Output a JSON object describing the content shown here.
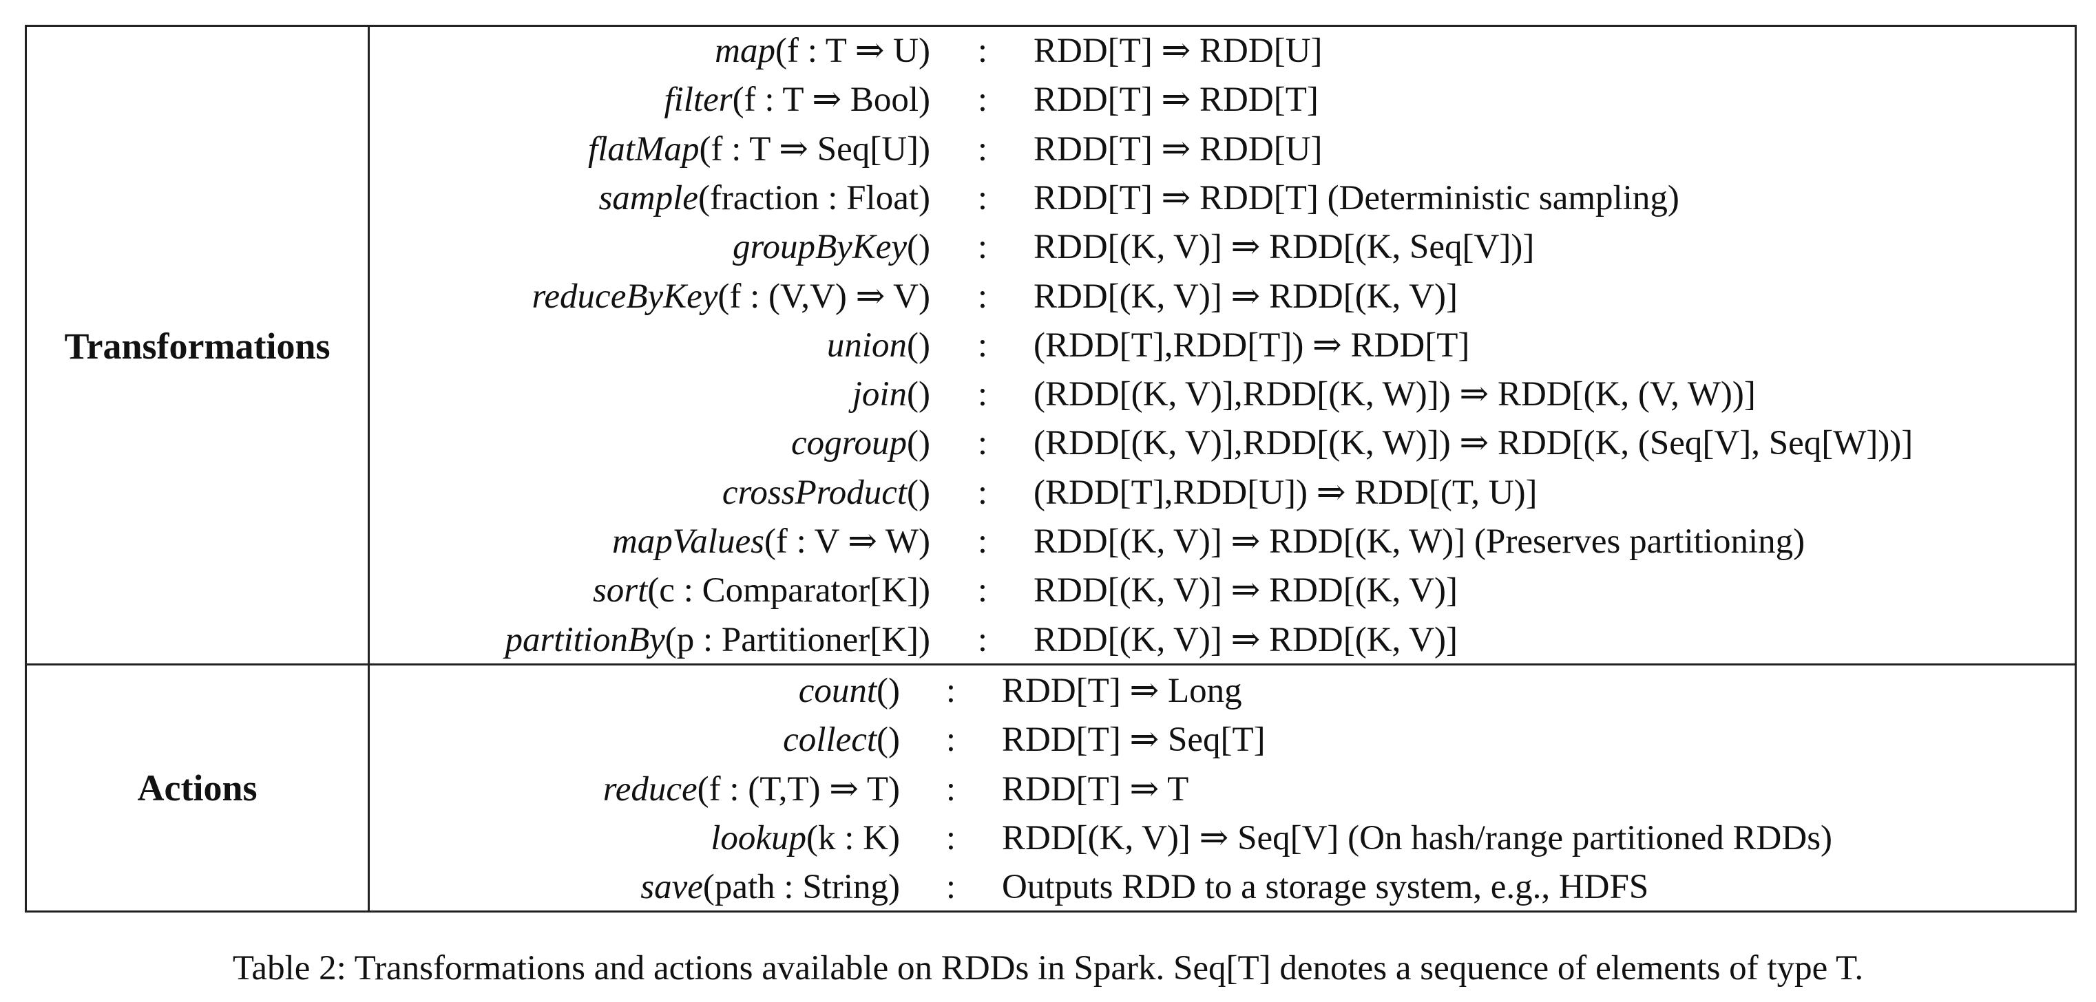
{
  "table": {
    "transformations": {
      "label": "Transformations",
      "rows": [
        {
          "name": "map",
          "args": "(f : T ⇒ U)",
          "signature": "RDD[T] ⇒ RDD[U]"
        },
        {
          "name": "filter",
          "args": "(f : T ⇒ Bool)",
          "signature": "RDD[T] ⇒ RDD[T]"
        },
        {
          "name": "flatMap",
          "args": "(f : T ⇒ Seq[U])",
          "signature": "RDD[T] ⇒ RDD[U]"
        },
        {
          "name": "sample",
          "args": "(fraction : Float)",
          "signature": "RDD[T] ⇒ RDD[T]  (Deterministic sampling)"
        },
        {
          "name": "groupByKey",
          "args": "()",
          "signature": "RDD[(K, V)] ⇒ RDD[(K, Seq[V])]"
        },
        {
          "name": "reduceByKey",
          "args": "(f : (V,V) ⇒ V)",
          "signature": "RDD[(K, V)] ⇒ RDD[(K, V)]"
        },
        {
          "name": "union",
          "args": "()",
          "signature": "(RDD[T],RDD[T]) ⇒ RDD[T]"
        },
        {
          "name": "join",
          "args": "()",
          "signature": "(RDD[(K, V)],RDD[(K, W)]) ⇒ RDD[(K, (V, W))]"
        },
        {
          "name": "cogroup",
          "args": "()",
          "signature": "(RDD[(K, V)],RDD[(K, W)]) ⇒ RDD[(K, (Seq[V], Seq[W]))]"
        },
        {
          "name": "crossProduct",
          "args": "()",
          "signature": "(RDD[T],RDD[U]) ⇒ RDD[(T, U)]"
        },
        {
          "name": "mapValues",
          "args": "(f : V ⇒ W)",
          "signature": "RDD[(K, V)] ⇒ RDD[(K, W)]  (Preserves partitioning)"
        },
        {
          "name": "sort",
          "args": "(c : Comparator[K])",
          "signature": "RDD[(K, V)] ⇒ RDD[(K, V)]"
        },
        {
          "name": "partitionBy",
          "args": "(p : Partitioner[K])",
          "signature": "RDD[(K, V)] ⇒ RDD[(K, V)]"
        }
      ]
    },
    "actions": {
      "label": "Actions",
      "rows": [
        {
          "name": "count",
          "args": "()",
          "signature": "RDD[T] ⇒ Long"
        },
        {
          "name": "collect",
          "args": "()",
          "signature": "RDD[T] ⇒ Seq[T]"
        },
        {
          "name": "reduce",
          "args": "(f : (T,T) ⇒ T)",
          "signature": "RDD[T] ⇒ T"
        },
        {
          "name": "lookup",
          "args": "(k : K)",
          "signature": "RDD[(K, V)] ⇒ Seq[V]  (On hash/range partitioned RDDs)"
        },
        {
          "name": "save",
          "args": "(path : String)",
          "signature": "Outputs RDD to a storage system, e.g., HDFS"
        }
      ]
    },
    "separator": ":"
  },
  "caption": "Table 2: Transformations and actions available on RDDs in Spark. Seq[T] denotes a sequence of elements of type T."
}
